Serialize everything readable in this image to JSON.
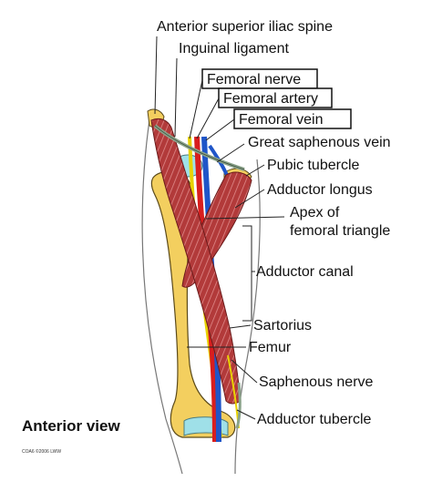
{
  "diagram": {
    "view_label": "Anterior view",
    "copyright": "COA6 ©2006 LWW",
    "labels": {
      "asis": "Anterior superior iliac spine",
      "inguinal": "Inguinal ligament",
      "femoral_nerve": "Femoral nerve",
      "femoral_artery": "Femoral artery",
      "femoral_vein": "Femoral vein",
      "great_saphenous": "Great saphenous vein",
      "pubic_tubercle": "Pubic tubercle",
      "adductor_longus": "Adductor longus",
      "apex_line1": "Apex of",
      "apex_line2": "femoral triangle",
      "adductor_canal": "Adductor canal",
      "sartorius": "Sartorius",
      "femur": "Femur",
      "saphenous_nerve": "Saphenous nerve",
      "adductor_tubercle": "Adductor tubercle"
    },
    "colors": {
      "bone": "#f3cf5f",
      "muscle": "#b23a3a",
      "muscle_stripe": "#e08a8a",
      "artery": "#d81e1e",
      "vein": "#1f55c8",
      "nerve": "#e8d200",
      "cartilage": "#9fe0e8",
      "ligament": "#8aa38a"
    }
  }
}
